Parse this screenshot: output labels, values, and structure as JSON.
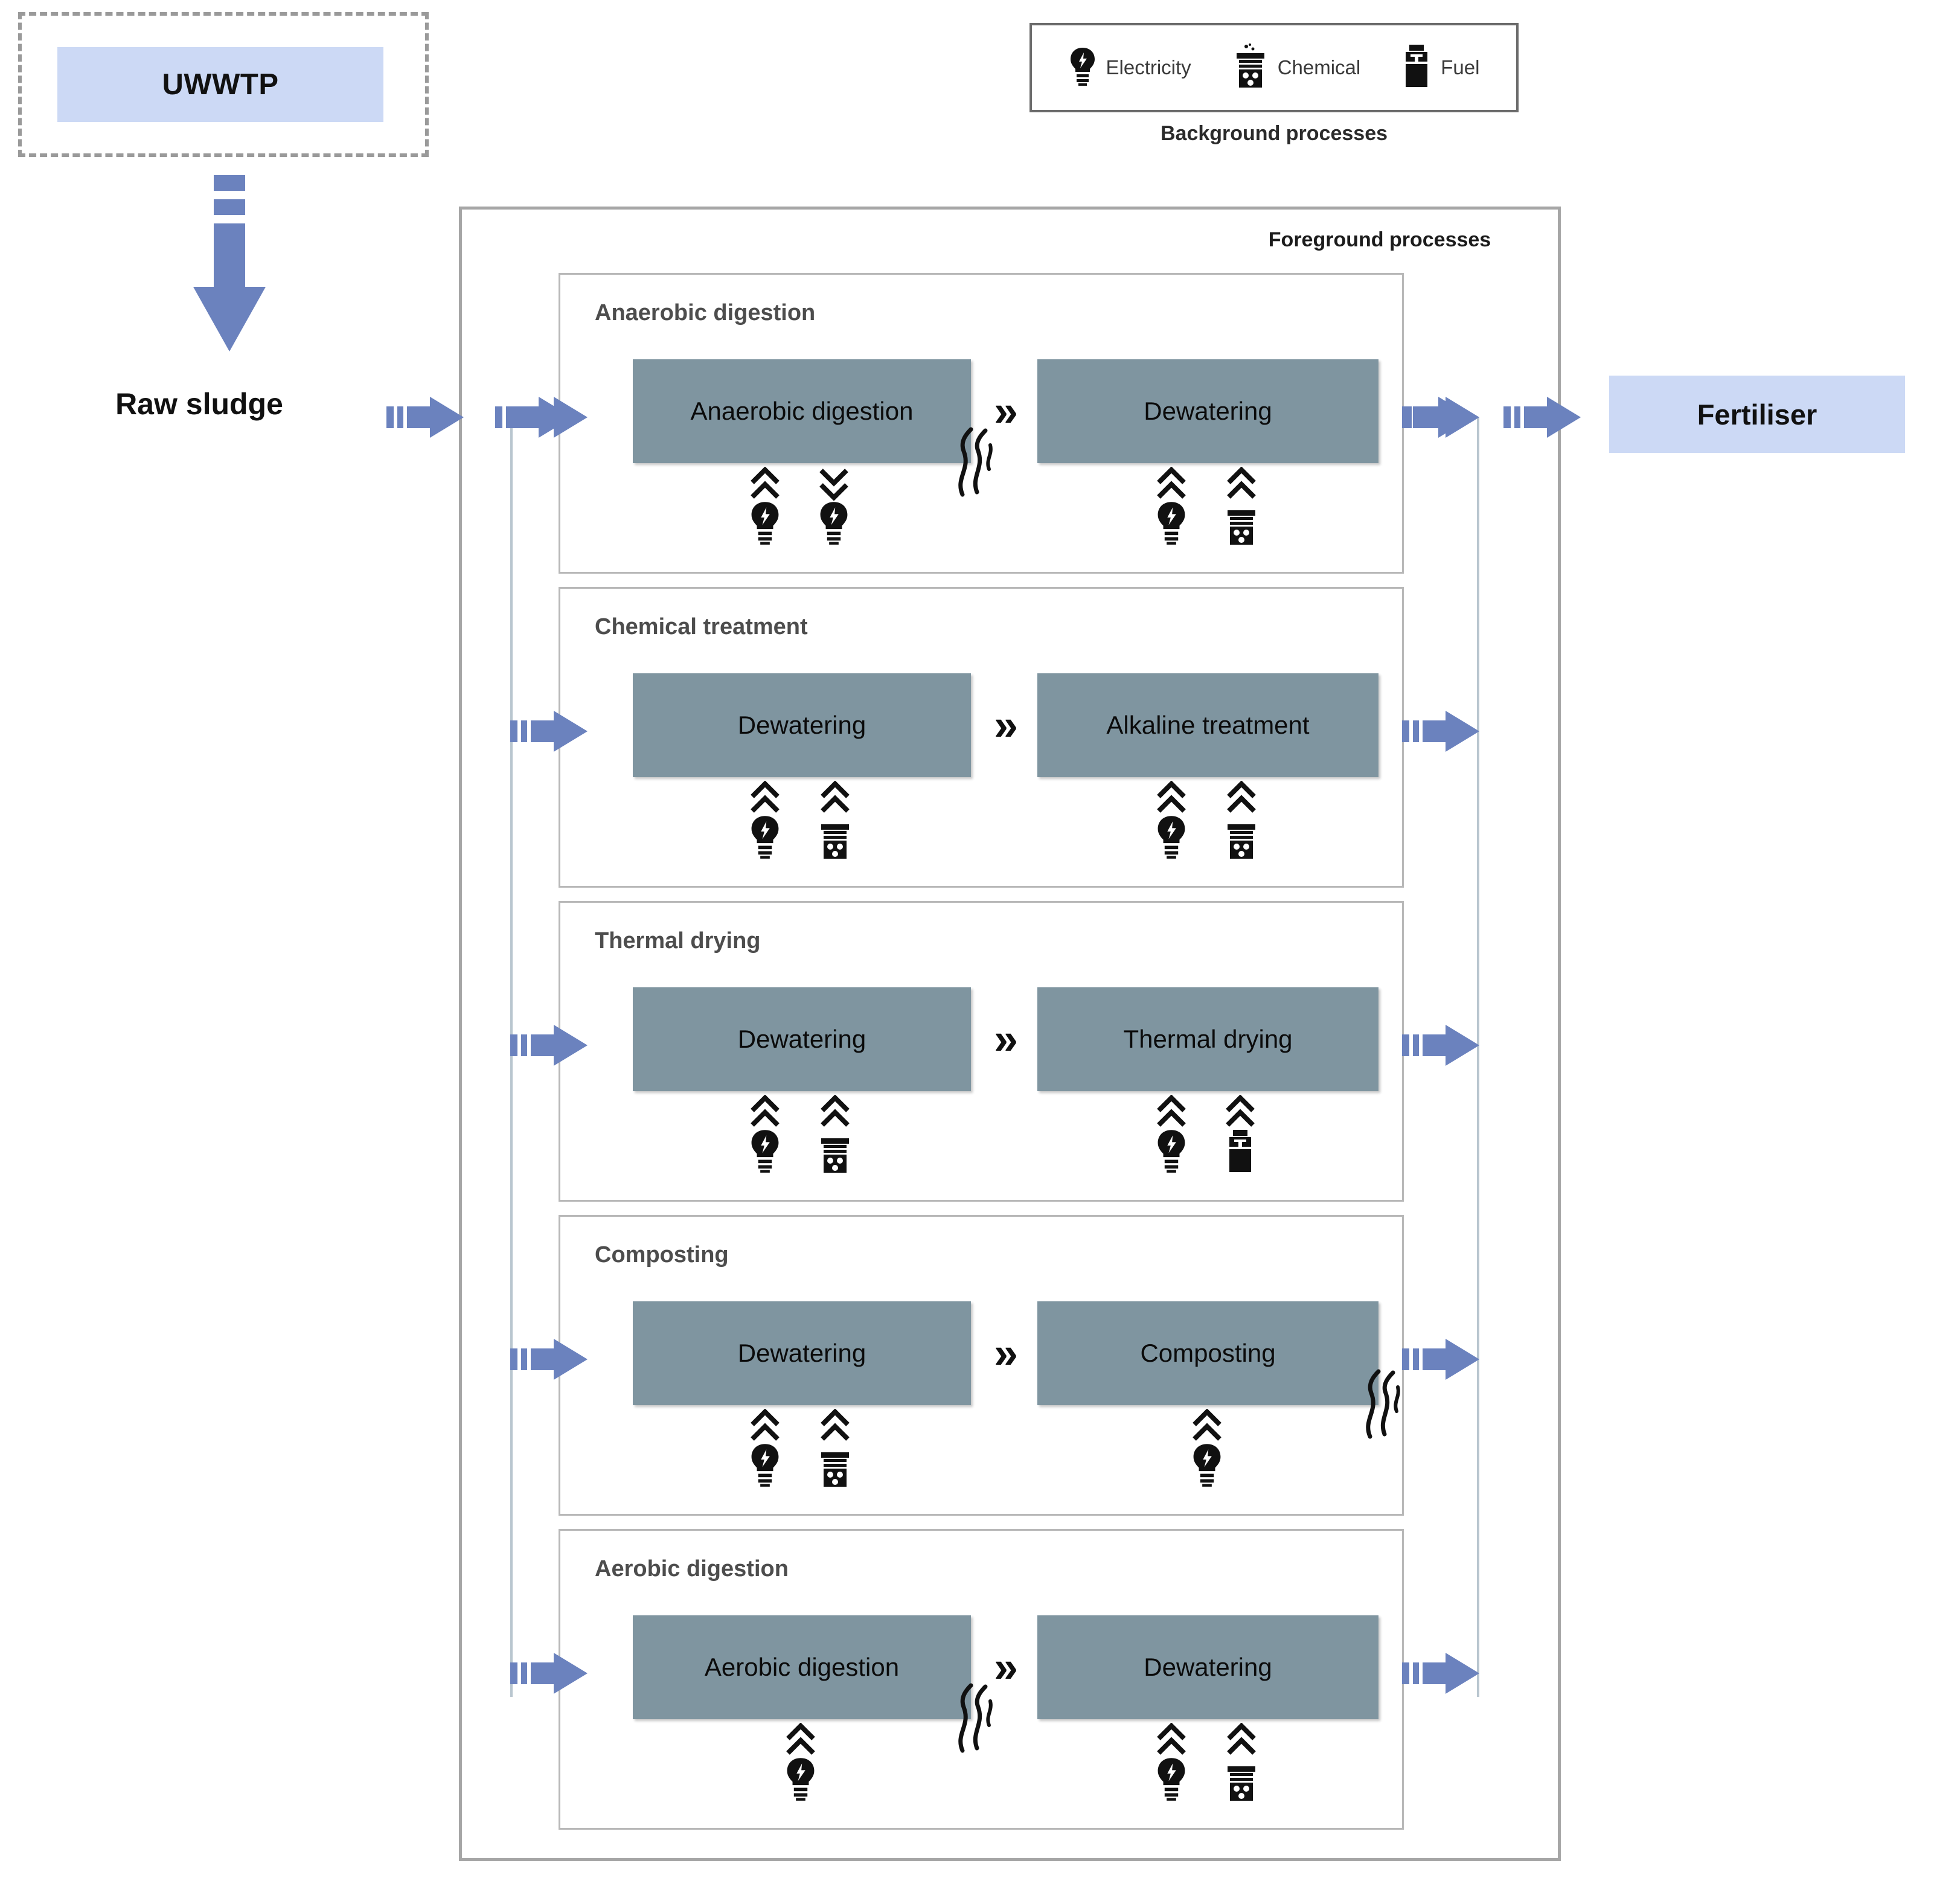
{
  "colors": {
    "light_blue": "#ccd9f5",
    "process_grey_blue": "#7f95a0",
    "arrow_blue": "#6b82be",
    "frame_grey": "#a6a6a6",
    "card_border": "#b8b8b8",
    "dashed_border": "#9a9a9a",
    "connector_line": "#b9c6cf"
  },
  "source": {
    "title": "UWWTP",
    "flow_label": "Raw sludge"
  },
  "output": {
    "title": "Fertiliser"
  },
  "legend": {
    "caption": "Background processes",
    "items": [
      {
        "label": "Electricity",
        "icon": "lightbulb-icon"
      },
      {
        "label": "Chemical",
        "icon": "chemical-jar-icon"
      },
      {
        "label": "Fuel",
        "icon": "fuel-canister-icon"
      }
    ]
  },
  "foreground": {
    "label": "Foreground processes",
    "routes": [
      {
        "title": "Anaerobic digestion",
        "steps": [
          {
            "label": "Anaerobic digestion",
            "emission": true,
            "resources": [
              {
                "type": "Electricity",
                "icon": "lightbulb-icon",
                "direction": "in"
              },
              {
                "type": "Electricity",
                "icon": "lightbulb-icon",
                "direction": "out"
              }
            ]
          },
          {
            "label": "Dewatering",
            "emission": false,
            "resources": [
              {
                "type": "Electricity",
                "icon": "lightbulb-icon",
                "direction": "in"
              },
              {
                "type": "Chemical",
                "icon": "chemical-jar-icon",
                "direction": "in"
              }
            ]
          }
        ]
      },
      {
        "title": "Chemical treatment",
        "steps": [
          {
            "label": "Dewatering",
            "emission": false,
            "resources": [
              {
                "type": "Electricity",
                "icon": "lightbulb-icon",
                "direction": "in"
              },
              {
                "type": "Chemical",
                "icon": "chemical-jar-icon",
                "direction": "in"
              }
            ]
          },
          {
            "label": "Alkaline treatment",
            "emission": false,
            "resources": [
              {
                "type": "Electricity",
                "icon": "lightbulb-icon",
                "direction": "in"
              },
              {
                "type": "Chemical",
                "icon": "chemical-jar-icon",
                "direction": "in"
              }
            ]
          }
        ]
      },
      {
        "title": "Thermal drying",
        "steps": [
          {
            "label": "Dewatering",
            "emission": false,
            "resources": [
              {
                "type": "Electricity",
                "icon": "lightbulb-icon",
                "direction": "in"
              },
              {
                "type": "Chemical",
                "icon": "chemical-jar-icon",
                "direction": "in"
              }
            ]
          },
          {
            "label": "Thermal drying",
            "emission": false,
            "resources": [
              {
                "type": "Electricity",
                "icon": "lightbulb-icon",
                "direction": "in"
              },
              {
                "type": "Fuel",
                "icon": "fuel-canister-icon",
                "direction": "in"
              }
            ]
          }
        ]
      },
      {
        "title": "Composting",
        "steps": [
          {
            "label": "Dewatering",
            "emission": false,
            "resources": [
              {
                "type": "Electricity",
                "icon": "lightbulb-icon",
                "direction": "in"
              },
              {
                "type": "Chemical",
                "icon": "chemical-jar-icon",
                "direction": "in"
              }
            ]
          },
          {
            "label": "Composting",
            "emission": true,
            "resources": [
              {
                "type": "Electricity",
                "icon": "lightbulb-icon",
                "direction": "in"
              }
            ]
          }
        ]
      },
      {
        "title": "Aerobic digestion",
        "steps": [
          {
            "label": "Aerobic digestion",
            "emission": true,
            "resources": [
              {
                "type": "Electricity",
                "icon": "lightbulb-icon",
                "direction": "in"
              }
            ]
          },
          {
            "label": "Dewatering",
            "emission": false,
            "resources": [
              {
                "type": "Electricity",
                "icon": "lightbulb-icon",
                "direction": "in"
              },
              {
                "type": "Chemical",
                "icon": "chemical-jar-icon",
                "direction": "in"
              }
            ]
          }
        ]
      }
    ]
  },
  "step_separator": "»"
}
